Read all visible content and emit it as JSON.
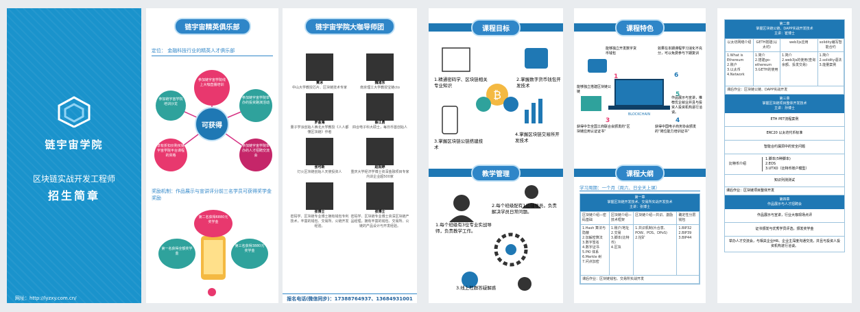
{
  "cover": {
    "academy": "链宇宙学院",
    "line1": "区块链实战开发工程师",
    "line2": "招生简章",
    "website": "网址：http://lyzxy.com.cn/"
  },
  "club": {
    "title": "链宇宙精英俱乐部",
    "position": "定位：  金融科技行业的精英人才俱乐部",
    "center": "可获得",
    "petals": [
      "参加链宇宙学院线上大咖直播培训",
      "参加链宇宙学院举办的投资路演活动",
      "参加链宇宙学院举办的人才招聘交流会",
      "享有折扣价购买链宇宙学院平台课程的资格",
      "参加链宇宙学院培训沙龙"
    ],
    "reward": "奖励机制：作品展示与宣讲评分前三名学员可获得奖学金奖励",
    "prize2": "第二名获得6880元奖学金",
    "prize1": "第一名获得全额奖学金",
    "prize3": "第三名获得3880元奖学金"
  },
  "mentors": {
    "title": "链宇宙学院大咖导师团",
    "people": [
      {
        "name": "黄冰",
        "desc": "中山大学教授芯片、区块链技术专家"
      },
      {
        "name": "魏旭东",
        "desc": "南京理工大学教授宝链cto"
      },
      {
        "name": "罗金海",
        "desc": "量子学派创始人西北大学教授《人人都懂区块链》作者"
      },
      {
        "name": "蔡江勇",
        "desc": "四合电子科大硕士，每日币首创始人"
      },
      {
        "name": "张可新",
        "desc": "灯火区块链创始人天使投资人"
      },
      {
        "name": "赵阳婷",
        "desc": "重庆大学经济学博士资深金融项目专家内训企业超500家"
      },
      {
        "name": "张博士",
        "desc": "密码学、区块链专业博士拥有钱包专利技术，丰富的钱包、交易所、公链开发经验。"
      },
      {
        "name": "张博士",
        "desc": "密码学、区块链专业博士资深区块链产品经理，拥有丰富的钱包、交易所、公链的产品设计与开发经验。"
      }
    ],
    "phone": "报名电话(微信同步)：17388764937、13684931001"
  },
  "goals": {
    "title": "课程目标",
    "items": [
      "1.精通密码学、区块链相关专业知识",
      "2.掌握数字货币钱包开发技术",
      "3.掌握区块链公链搭建技术",
      "4.掌握区块链交易所开发技术"
    ],
    "mgmt_title": "教学管理",
    "mgmt": [
      "1.每个班级有3位专业实战导师，负责教学工作。",
      "2.每个班级配有1位辅导员，负责解决学员日常问题。",
      "3.线上社群答疑解惑"
    ]
  },
  "features": {
    "title": "课程特色",
    "items": [
      "能够独立开发数字货币钱包",
      "如果在本期课程学习消化不充分，可以免费参与下期复训",
      "能够独立搭建区块链公链",
      "作品展示与宣讲，推荐优企就业并且与投资人投资机构进行洽谈。",
      "获得中华全国工商联合会颁发的“区块链应用认证证书”",
      "获得中国电子商务协会颁发的“岗位能力培训证书”"
    ],
    "blockchain_label": "BLOCKCHAIN",
    "outline_title": "课程大纲",
    "period": "学习周期：一个月（周六、日全天上课）",
    "ch1_title": "第一章",
    "ch1_sub": "掌握区块链开发技术、交易所实战开发技术",
    "ch1_host": "主讲：张博士",
    "cols": [
      "区块链介绍—密码基础",
      "区块链介绍—技术框架",
      "区块链介绍—共识、激励",
      "确定性分层钱包"
    ],
    "cells": [
      "1.Hash 算法与隐蔽\n2.加解密算法\n3.数字签名\n4.数字证书\n5.PKI 体系\n6.Merkle 树\n7.问点加密",
      "1.账户/地址\n2.交易\n3.脚本(比特币)\n4.区块",
      "1.共识机制(片合意、POW、POS、DPoS)\n2.挖矿",
      "1.BIP32\n2.BIP39\n3.BIP44"
    ],
    "homework": "课后作业：区块链钱包、交易所实战开发"
  },
  "outline2": {
    "ch2_title": "第二章",
    "ch2_sub": "掌握区块链公链、DAPP实战开发技术",
    "ch2_host": "主讲：崔博士",
    "cols": [
      "以太坊网络介绍",
      "GETH搭建(以太坊)",
      "web3js应用",
      "solidity编写智能合约"
    ],
    "cells": [
      "1.What is Ethereum\n2.账户\n3.以太币\n4.Network",
      "1.简介\n2.搭建go-ethereum\n3.GETH的使用",
      "1.简介\n2.web3js的使用(查询余额、投发交易)",
      "1.简介\n2.solidity语法\n3.能量案例"
    ],
    "homework2": "课后作业：区块链公链、DAPP实战开发",
    "ch3_title": "第三章",
    "ch3_sub": "掌握区块链项目整体开发技术",
    "ch3_host": "主讲：孙博士",
    "rows": [
      "ETH PET流程案例",
      "ERC20 以太坊代币标准",
      "智能合约漏洞中的安全问题"
    ],
    "bitcoin": "比特币介绍",
    "branches": [
      "1.脚本(5种脚本)",
      "2.EOS",
      "3.UTXO（比特币账户模型）"
    ],
    "test": "知识列测测试",
    "homework3": "课后作业：区块链项目整体开发",
    "ch4_title": "第四章",
    "ch4_sub": "作品展示与人才招聘会",
    "rows4": [
      "作品展示与宣讲，行业大咖现场点评",
      "证书颁发与优秀学员评选，颁发奖学金",
      "举办人才交流会，与相关企业HR、企业主深度沟通交流，并且与投资人投资机构进行洽谈。"
    ]
  }
}
